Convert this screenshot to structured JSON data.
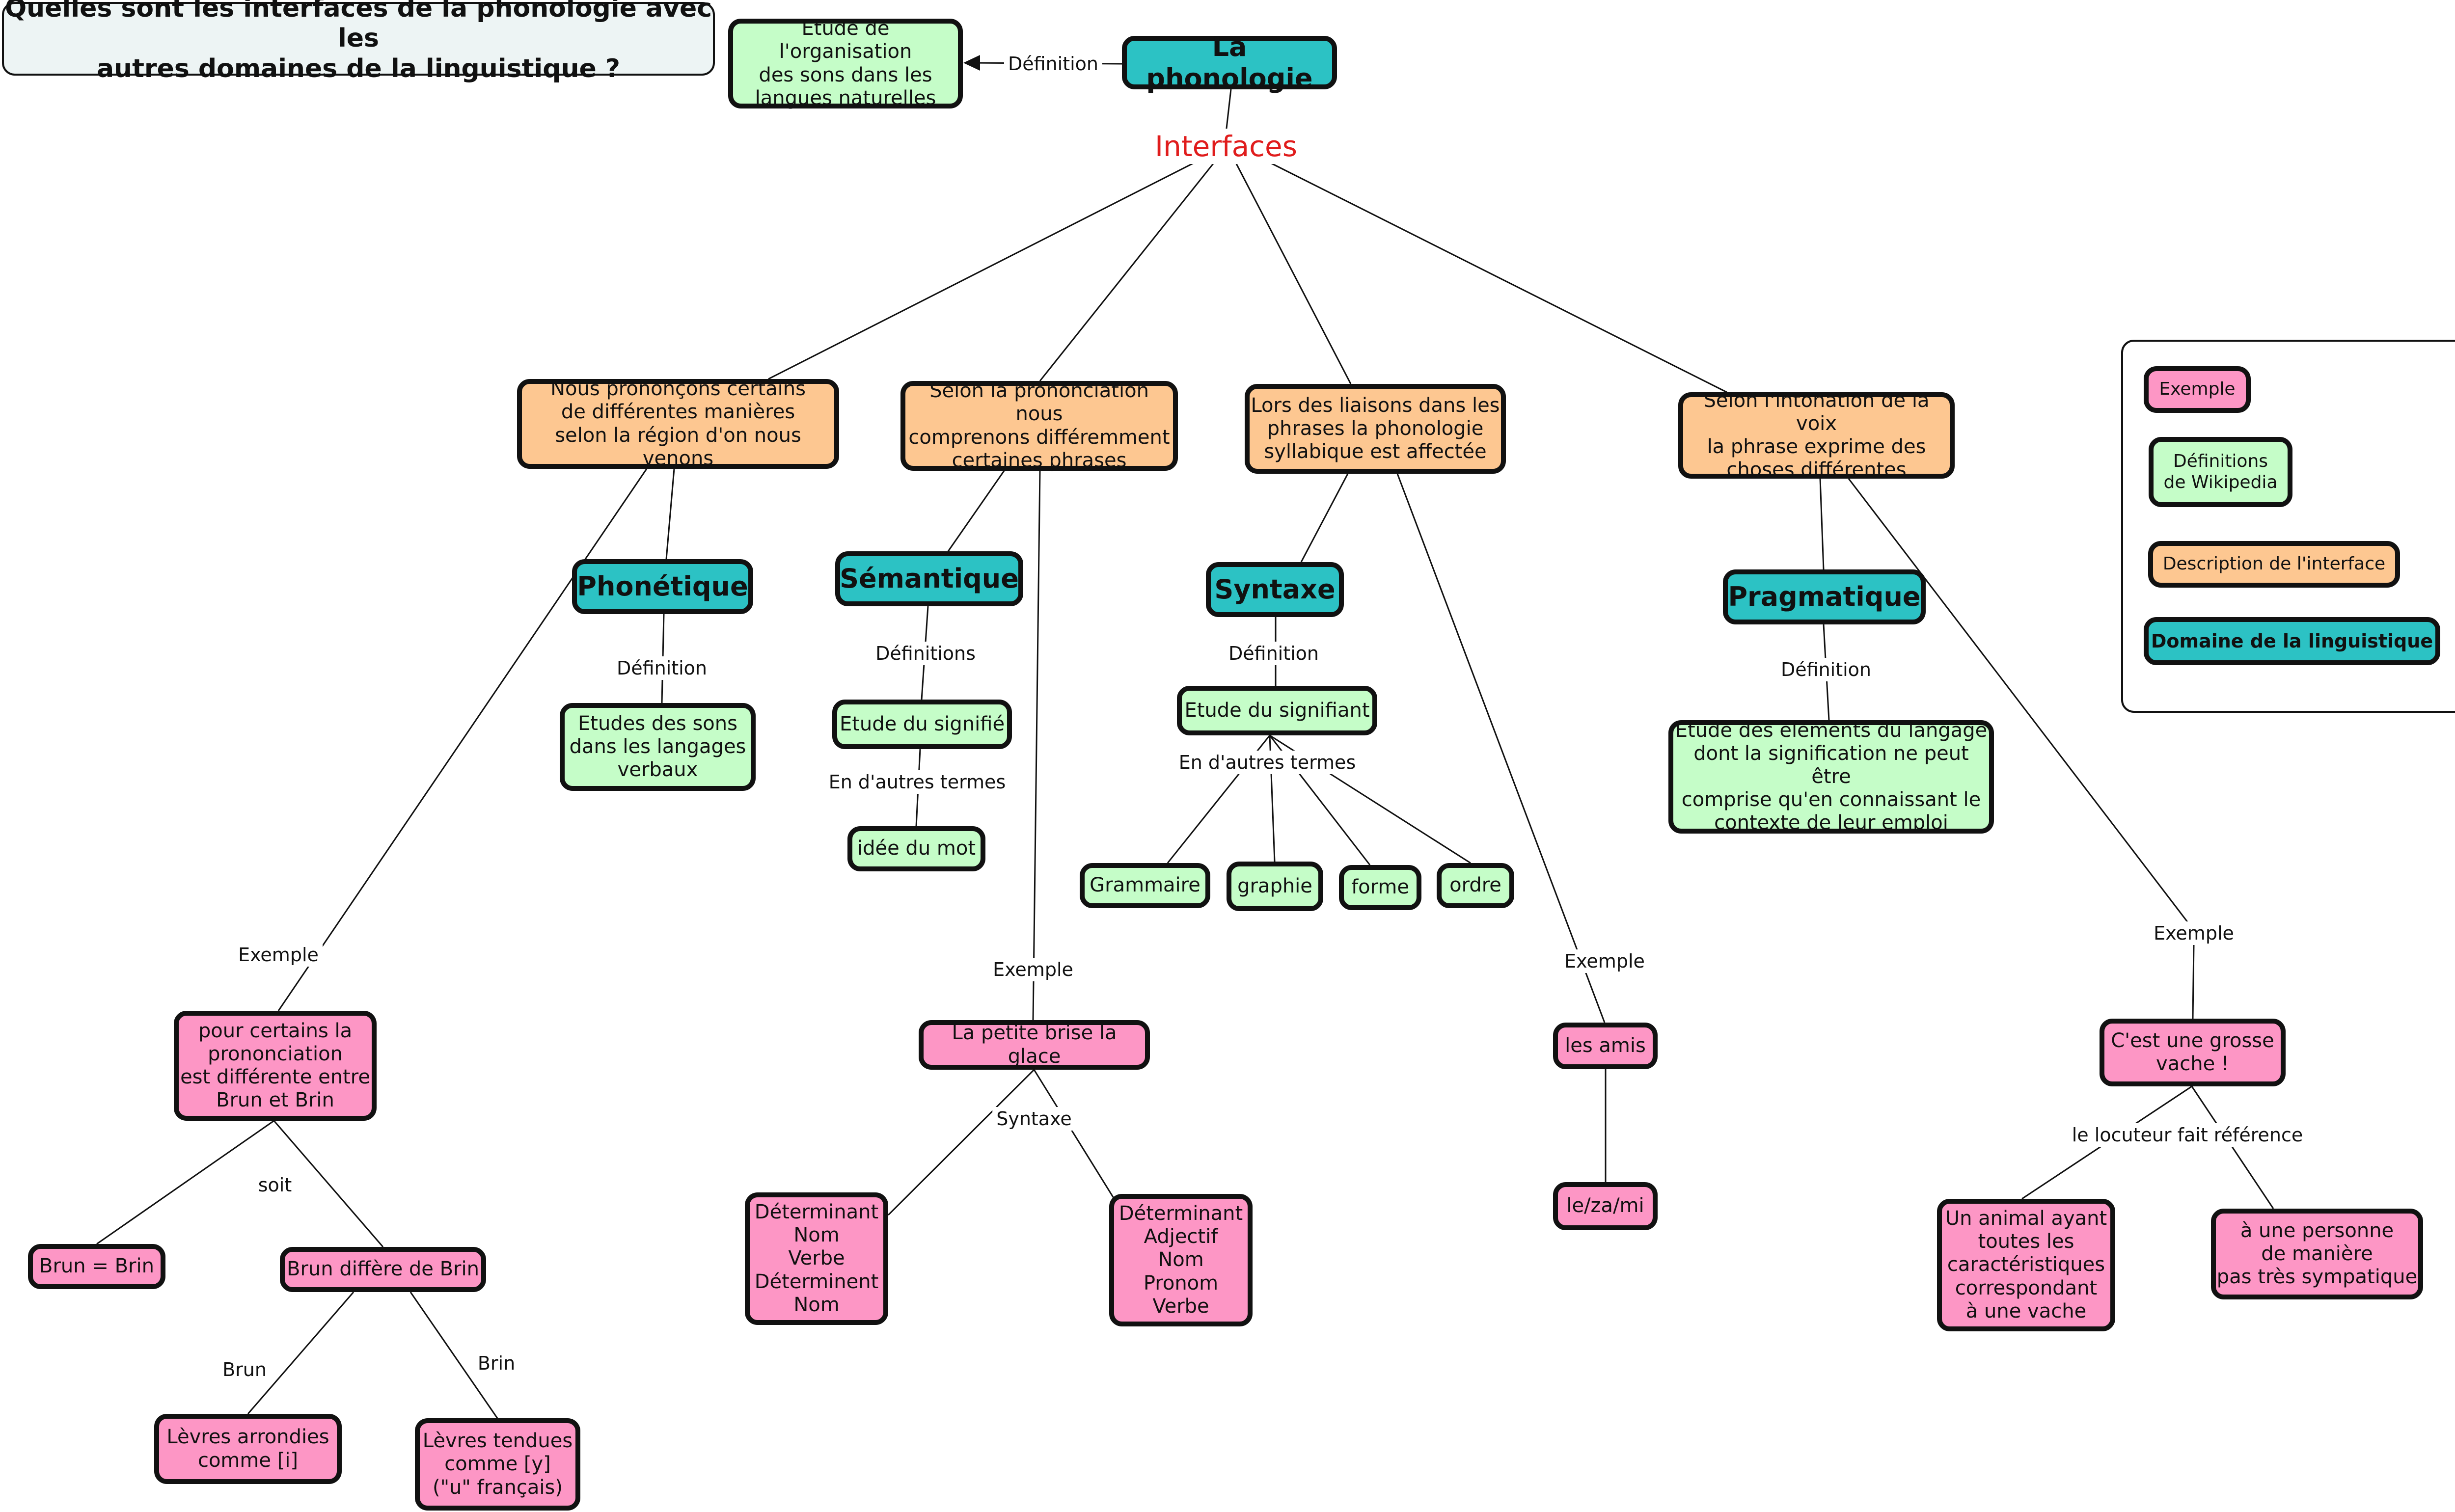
{
  "question": "Quelles sont les interfaces de la phonologie avec les\nautres domaines de la linguistique ?",
  "root": "La phonologie",
  "root_definition_label": "Définition",
  "root_definition": "Etude de l'organisation\ndes sons dans les\nlangues naturelles",
  "interfaces_label": "Interfaces",
  "branches": {
    "phonetique": {
      "description": "Nous prononçons certains\nde différentes manières\nselon la région d'on nous venons",
      "domain": "Phonétique",
      "definition_label": "Définition",
      "definition": "Etudes des sons\ndans les langages\nverbaux",
      "example_label": "Exemple",
      "example": "pour certains la\nprononciation\nest différente entre\nBrun et Brin",
      "soit_label": "soit",
      "option_a": "Brun = Brin",
      "option_b": "Brun diffère de Brin",
      "brun_label": "Brun",
      "brun": "Lèvres arrondies\ncomme [i]",
      "brin_label": "Brin",
      "brin": "Lèvres tendues\ncomme [y]\n(\"u\" français)"
    },
    "semantique": {
      "description": "Selon la prononciation nous\ncomprenons différemment\ncertaines phrases",
      "domain": "Sémantique",
      "definitions_label": "Définitions",
      "definition": "Etude du signifié",
      "other_terms_label": "En d'autres termes",
      "other_terms": "idée du mot",
      "example_label": "Exemple",
      "example": "La petite brise la glace",
      "syntax_label": "Syntaxe",
      "parse_a": "Déterminant\nNom\nVerbe\nDéterminent\nNom",
      "parse_b": "Déterminant\nAdjectif\nNom\nPronom\nVerbe"
    },
    "syntaxe": {
      "description": "Lors des liaisons dans les\nphrases la phonologie\nsyllabique est affectée",
      "domain": "Syntaxe",
      "definition_label": "Définition",
      "definition": "Etude du signifiant",
      "other_terms_label": "En d'autres termes",
      "terms": [
        "Grammaire",
        "graphie",
        "forme",
        "ordre"
      ],
      "example_label": "Exemple",
      "example": "les amis",
      "example_transcription": "le/za/mi"
    },
    "pragmatique": {
      "description": "Selon l'intonation de la voix\nla phrase exprime des\nchoses différentes",
      "domain": "Pragmatique",
      "definition_label": "Définition",
      "definition": "Etude des éléments du langage\ndont la signification ne peut être\ncomprise qu'en connaissant le\ncontexte de leur emploi",
      "example_label": "Exemple",
      "example": "C'est une grosse\nvache !",
      "reference_label": "le locuteur fait référence",
      "reference_a": "Un animal ayant\ntoutes les\ncaractéristiques\ncorrespondant\nà une vache",
      "reference_b": "à une personne\nde manière\npas très sympatique"
    }
  },
  "legend": {
    "example": "Exemple",
    "wikipedia": "Définitions\nde Wikipedia",
    "interface": "Description de l'interface",
    "domain": "Domaine de la linguistique"
  },
  "colors": {
    "example": "#fd96c5",
    "definition": "#c5fdc8",
    "interface": "#fdc791",
    "domain": "#2cc2c4",
    "question_bg": "#edf4f4",
    "interfaces_text": "#e01c1c",
    "line": "#111111"
  }
}
